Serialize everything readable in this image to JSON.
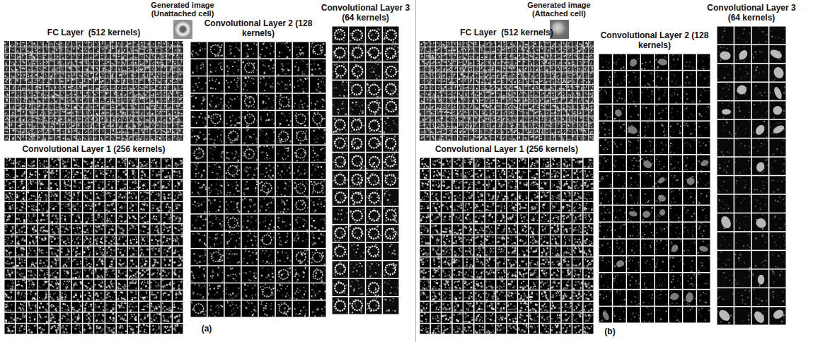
{
  "diagram": {
    "nodes": [
      {
        "text": [
          "Generated image (Unattached cell)"
        ]
      },
      {
        "text": [
          "FC Layer  (512 kernels)"
        ]
      },
      {
        "text": [
          "Convolutional Layer 1 (256 kernels)"
        ]
      },
      {
        "text": [
          "Convolutional Layer 2 (128 kernels)"
        ]
      },
      {
        "text": [
          "Convolutional Layer 3 (64 kernels)"
        ]
      },
      {
        "text": [
          "Generated image (Attached cell)"
        ]
      },
      {
        "text": [
          "FC Layer  (512 kernels)"
        ]
      },
      {
        "text": [
          "Convolutional Layer 1 (256 kernels)"
        ]
      },
      {
        "text": [
          "Convolutional Layer 2 (128 kernels)"
        ]
      },
      {
        "text": [
          "Convolutional Layer 3 (64 kernels)"
        ]
      }
    ],
    "labels": [
      "(a)",
      "(b)"
    ]
  }
}
